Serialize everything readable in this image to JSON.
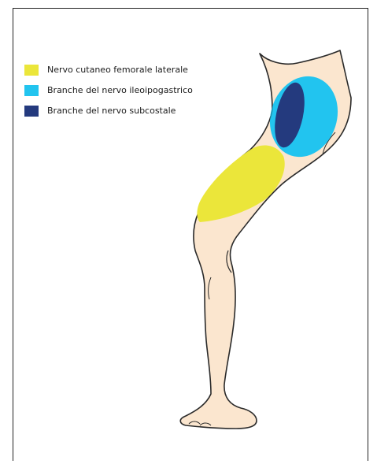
{
  "legend": {
    "items": [
      {
        "label": "Nervo cutaneo femorale laterale",
        "color": "#ebe63a"
      },
      {
        "label": "Branche del nervo ileoipogastrico",
        "color": "#22c4ef"
      },
      {
        "label": "Branche del nervo subcostale",
        "color": "#243a7e"
      }
    ]
  },
  "colors": {
    "skin": "#fbe6cf",
    "outline": "#2a2a2a",
    "background": "#ffffff"
  }
}
